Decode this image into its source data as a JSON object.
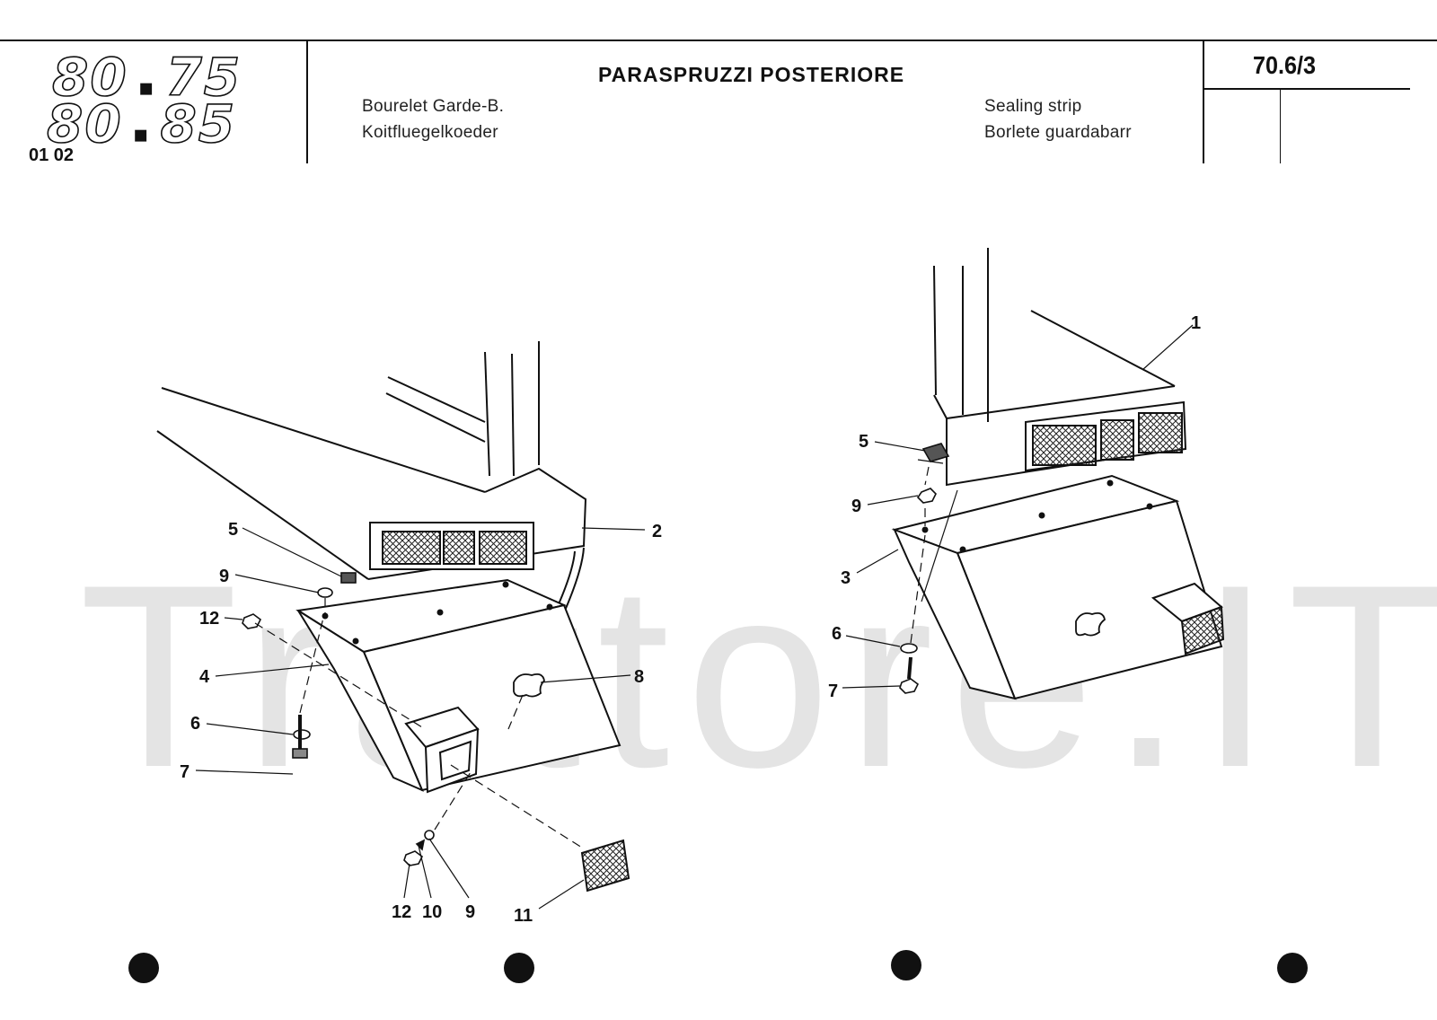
{
  "header": {
    "model_top": {
      "a": "80",
      "b": "75"
    },
    "model_bottom": {
      "a": "80",
      "b": "85"
    },
    "date_code": "01 02",
    "title": "PARASPRUZZI POSTERIORE",
    "translations_left": [
      "Bourelet Garde-B.",
      "Koitfluegelkoeder"
    ],
    "translations_right": [
      "Sealing strip",
      "Borlete guardabarr"
    ],
    "page_number": "70.6/3"
  },
  "watermark": "Trattore.IT",
  "left_diagram": {
    "callouts": [
      {
        "label": "5"
      },
      {
        "label": "9"
      },
      {
        "label": "12"
      },
      {
        "label": "4"
      },
      {
        "label": "6"
      },
      {
        "label": "7"
      },
      {
        "label": "2"
      },
      {
        "label": "8"
      },
      {
        "label": "12"
      },
      {
        "label": "10"
      },
      {
        "label": "9"
      },
      {
        "label": "11"
      }
    ]
  },
  "right_diagram": {
    "callouts": [
      {
        "label": "1"
      },
      {
        "label": "5"
      },
      {
        "label": "9"
      },
      {
        "label": "3"
      },
      {
        "label": "6"
      },
      {
        "label": "7"
      }
    ]
  }
}
